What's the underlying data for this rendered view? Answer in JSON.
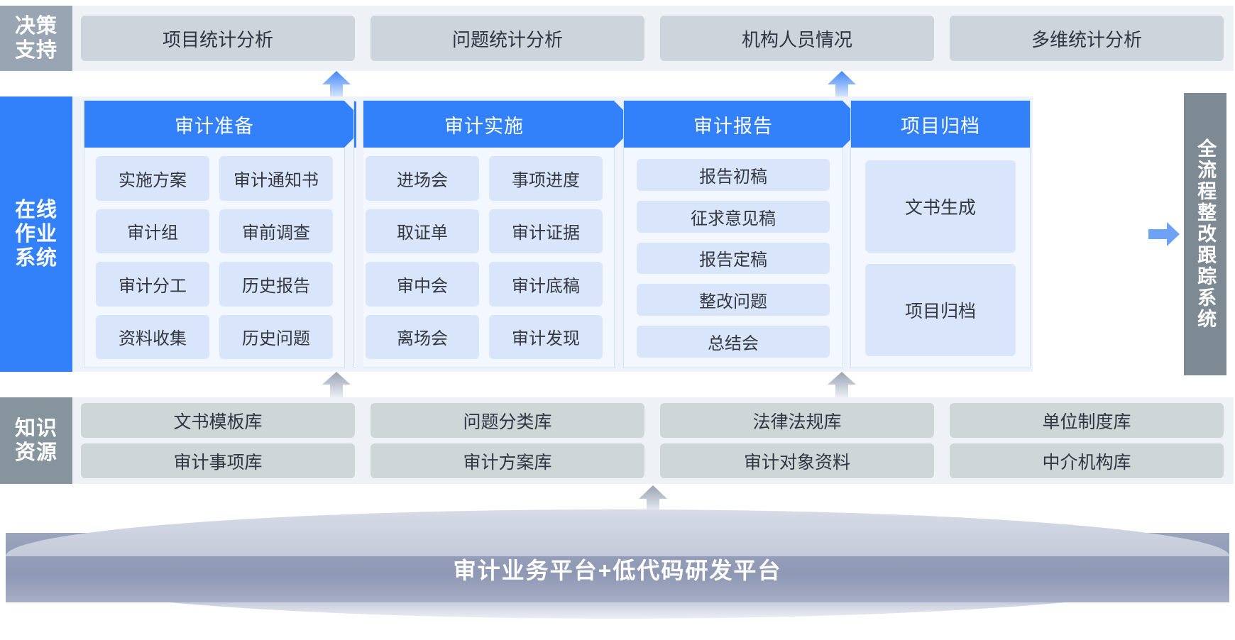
{
  "decision": {
    "label": "决策\n支持",
    "label_chars": "决策支持",
    "cards": [
      "项目统计分析",
      "问题统计分析",
      "机构人员情况",
      "多维统计分析"
    ]
  },
  "online": {
    "label_chars": "在线作业系统",
    "stages": [
      {
        "title": "审计准备",
        "layout": "two-col",
        "col1": [
          "实施方案",
          "审计组",
          "审计分工",
          "资料收集"
        ],
        "col2": [
          "审计通知书",
          "审前调查",
          "历史报告",
          "历史问题"
        ]
      },
      {
        "title": "审计实施",
        "layout": "two-col",
        "col1": [
          "进场会",
          "取证单",
          "审中会",
          "离场会"
        ],
        "col2": [
          "事项进度",
          "审计证据",
          "审计底稿",
          "审计发现"
        ]
      },
      {
        "title": "审计报告",
        "layout": "single",
        "items": [
          "报告初稿",
          "征求意见稿",
          "报告定稿",
          "整改问题",
          "总结会"
        ]
      },
      {
        "title": "项目归档",
        "layout": "tall",
        "items": [
          "文书生成",
          "项目归档"
        ]
      }
    ]
  },
  "tracking": {
    "label_chars": "全流程整改跟踪系统"
  },
  "knowledge": {
    "label_chars": "知识资源",
    "row1": [
      "文书模板库",
      "问题分类库",
      "法律法规库",
      "单位制度库"
    ],
    "row2": [
      "审计事项库",
      "审计方案库",
      "审计对象资料",
      "中介机构库"
    ]
  },
  "platform": {
    "title": "审计业务平台+低代码研发平台"
  },
  "colors": {
    "brand_blue": "#3380fb",
    "tile_blue": "#d8e5fb",
    "decision_gray": "#9aa5b3",
    "knowledge_gray": "#86949e",
    "tracking_gray": "#7e8a93",
    "card_gray": "#ced4dc",
    "knowledge_card": "#ced6d8"
  }
}
